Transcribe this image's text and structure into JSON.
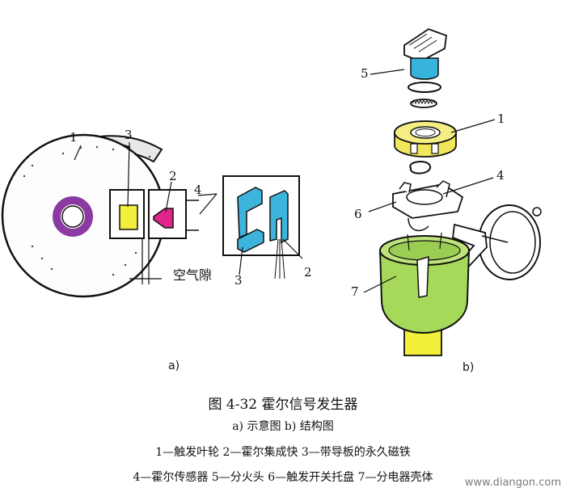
{
  "diagram_a": {
    "label_1": "1",
    "label_2_top": "2",
    "label_3_top": "3",
    "label_4": "4",
    "label_3_bottom": "3",
    "label_2_bottom": "2",
    "air_gap": "空气隙",
    "panel_label": "a)"
  },
  "diagram_b": {
    "label_5": "5",
    "label_1": "1",
    "label_4": "4",
    "label_6": "6",
    "label_7": "7",
    "panel_label": "b)"
  },
  "caption": {
    "title": "图 4-32   霍尔信号发生器",
    "subtitle": "a) 示意图   b) 结构图",
    "legend_line1": "1—触发叶轮   2—霍尔集成快   3—带导板的永久磁铁",
    "legend_line2": "4—霍尔传感器   5—分火头   6—触发开关托盘   7—分电器壳体"
  },
  "watermark": "www.diangon.com",
  "colors": {
    "wheel_ring": "#8a3aa0",
    "magnet": "#f2ef3a",
    "hall_ic": "#e0248a",
    "guide_plate": "#3cb4dc",
    "housing": "#a6d85a",
    "shaft": "#f2ef3a",
    "rotor_ring": "#f0e85a",
    "rotor_cap": "#36b4dc"
  }
}
